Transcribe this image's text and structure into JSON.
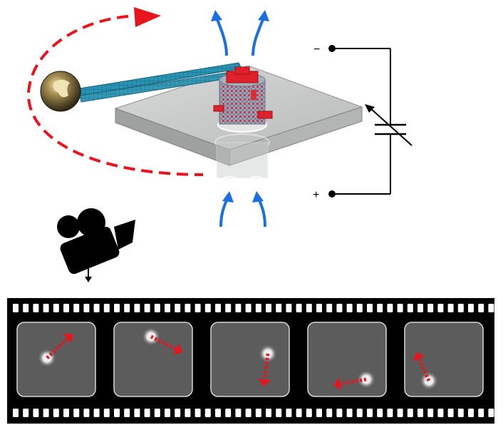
{
  "circuit": {
    "minus_label": "−",
    "plus_label": "+"
  },
  "colors": {
    "orbit_arrow": "#e8141e",
    "flow_arrows": "#1b6fe0",
    "origami_structure": "#1f7f9c",
    "rotor_accent": "#e0202a",
    "bead": "#6b5a2a",
    "film": "#000000",
    "frame_background": "#5c5c5c",
    "frame_border": "#d8d8d8",
    "track_arrow": "#e8141e",
    "camera": "#000000"
  },
  "icons": {
    "camera": "video-camera-icon",
    "variable_voltage": "variable-capacitor-icon"
  },
  "film_frames": [
    {
      "direction": "up-right"
    },
    {
      "direction": "down-right"
    },
    {
      "direction": "down"
    },
    {
      "direction": "left"
    },
    {
      "direction": "up"
    }
  ]
}
